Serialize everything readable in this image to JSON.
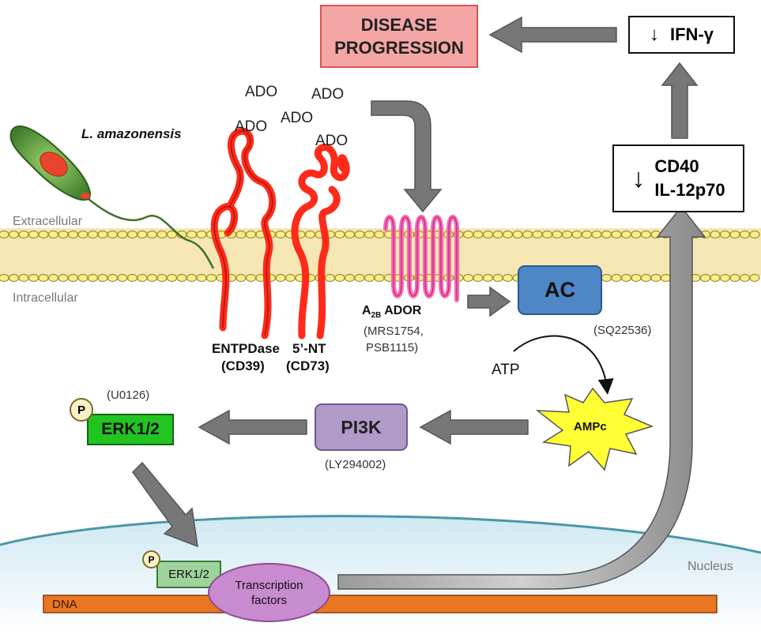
{
  "outcome": {
    "disease": [
      "DISEASE",
      "PROGRESSION"
    ],
    "ifn": "IFN-γ",
    "cd40": "CD40",
    "il12": "IL-12p70",
    "down_arrow": "↓"
  },
  "parasite": {
    "label": "L. amazonensis"
  },
  "compartments": {
    "extracellular": "Extracellular",
    "intracellular": "Intracellular",
    "nucleus": "Nucleus",
    "dna": "DNA"
  },
  "ado": [
    "ADO",
    "ADO",
    "ADO",
    "ADO",
    "ADO"
  ],
  "enzymes": {
    "entpdase": "ENTPDase",
    "cd39": "(CD39)",
    "nt5": "5’-NT",
    "cd73": "(CD73)"
  },
  "receptor": {
    "prefix": "A",
    "subscript": "2B",
    "suffix": " ADOR",
    "inhibitors": [
      "(MRS1754,",
      "PSB1115)"
    ]
  },
  "signaling": {
    "ac": "AC",
    "ac_inhibitor": "(SQ22536)",
    "atp": "ATP",
    "ampc": "AMPc",
    "pi3k": "PI3K",
    "pi3k_inhibitor": "(LY294002)",
    "erk": "ERK1/2",
    "erk_inhibitor": "(U0126)",
    "phospho": "P",
    "nuclear_erk": "ERK1/2",
    "transcription": [
      "Transcription",
      "factors"
    ]
  },
  "colors": {
    "disease_fill": "#f4a6a6",
    "disease_border": "#d9534f",
    "membrane": "#f5e6b4",
    "lipid_head": "#f7ef8c",
    "enzyme": "#ff2a1a",
    "receptor": "#ff69b4",
    "ac_fill": "#4f86c6",
    "pi3k_fill": "#b09ac8",
    "erk_fill": "#22c422",
    "nuclear_erk_fill": "#9fd39c",
    "tf_fill": "#c98bd0",
    "ampc_fill": "#ffff33",
    "dna_fill": "#e87722",
    "arrow": "#777777",
    "parasite": "#5a9a3a"
  }
}
